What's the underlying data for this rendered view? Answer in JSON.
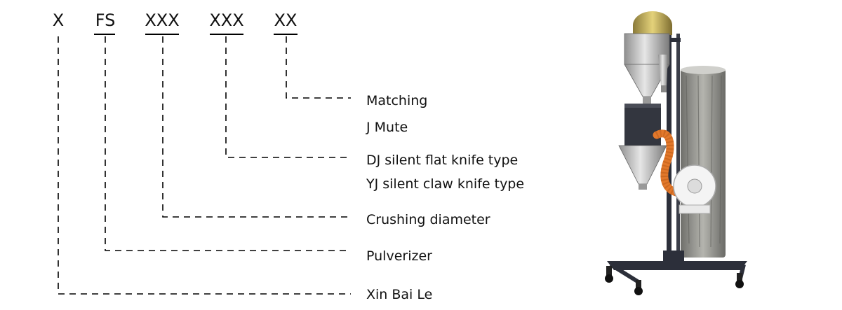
{
  "codes": [
    "X",
    "FS",
    "XXX",
    "XXX",
    "XX"
  ],
  "descriptions": {
    "matching": "Matching",
    "mute": "J Mute",
    "flat_knife": "DJ silent flat knife type",
    "claw_knife": "YJ silent claw knife type",
    "crushing_diameter": "Crushing diameter",
    "pulverizer": "Pulverizer",
    "brand": "Xin Bai Le"
  },
  "colors": {
    "line": "#000000",
    "machine_frame": "#2c2f3a",
    "steel": "#c9c9c9",
    "bag": "#8e8e8a",
    "hose": "#e2782b"
  },
  "icons": [
    "pulverizer-machine-illustration"
  ]
}
